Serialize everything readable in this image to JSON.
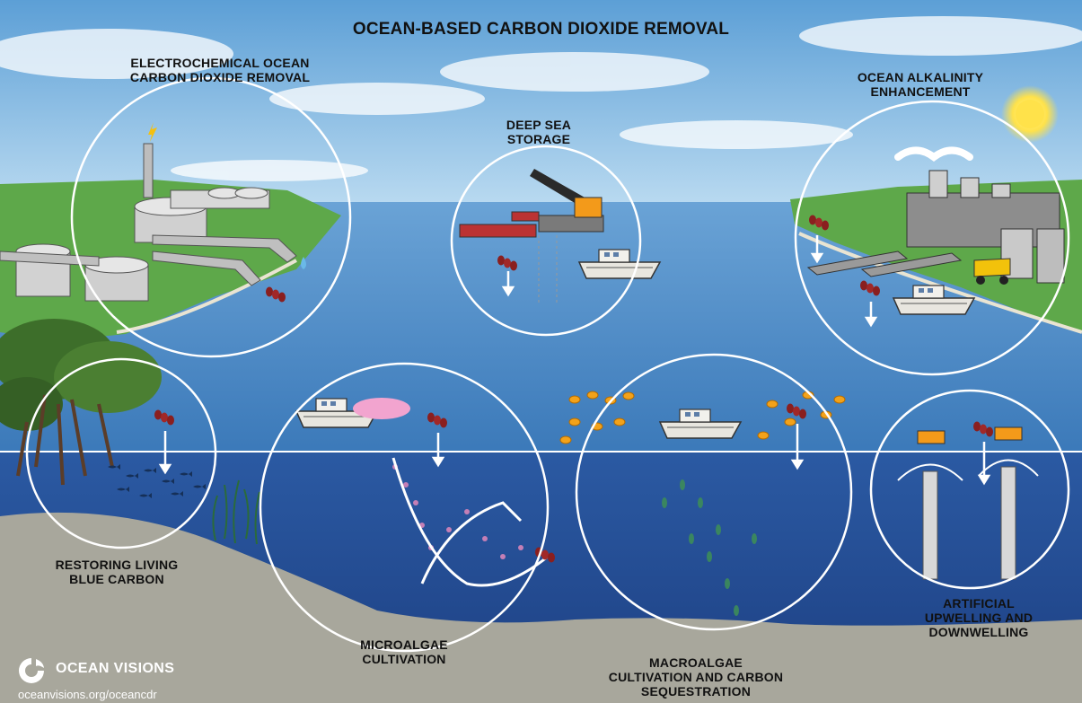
{
  "title": "OCEAN-BASED CARBON DIOXIDE REMOVAL",
  "labels": {
    "electrochemical": [
      "ELECTROCHEMICAL OCEAN",
      "CARBON DIOXIDE REMOVAL"
    ],
    "deep_sea": [
      "DEEP SEA",
      "STORAGE"
    ],
    "alkalinity": [
      "OCEAN ALKALINITY",
      "ENHANCEMENT"
    ],
    "blue_carbon": [
      "RESTORING LIVING",
      "BLUE CARBON"
    ],
    "microalgae": [
      "MICROALGAE",
      "CULTIVATION"
    ],
    "macroalgae": [
      "MACROALGAE",
      "CULTIVATION AND CARBON",
      "SEQUESTRATION"
    ],
    "upwelling": [
      "ARTIFICIAL",
      "UPWELLING AND",
      "DOWNWELLING"
    ]
  },
  "branding": {
    "name": "OCEAN VISIONS",
    "url": "oceanvisions.org/oceancdr",
    "logo_icon": "ocean-visions-swirl-logo"
  },
  "colors": {
    "sky_top": "#5c9fd6",
    "sky_bottom": "#c6e2f4",
    "ocean_surface": "#4a88c4",
    "ocean_deep": "#1d3f82",
    "seafloor": "#a8a79c",
    "land": "#5ea84a",
    "sun": "#ffe24a",
    "co2_molecule": "#8a1f1f"
  }
}
